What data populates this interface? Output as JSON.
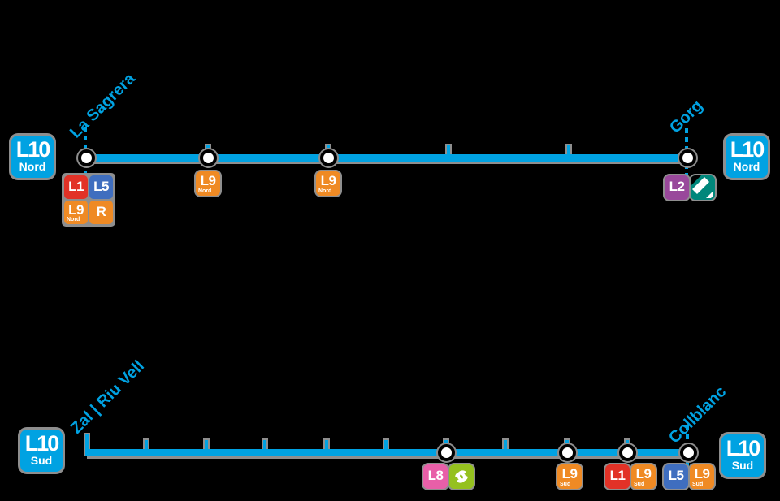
{
  "colors": {
    "background": "#000000",
    "line_l10": "#00A2E2",
    "halo": "#8E8E8E",
    "station_dot_fill": "#FFFFFF",
    "station_dot_ring": "#000000",
    "l1": "#E23227",
    "l5": "#3F6EBF",
    "l9": "#EF8A24",
    "rodalies": "#EF8A24",
    "l2": "#99489B",
    "l8": "#E85FA8",
    "fgc_green": "#95C11F",
    "tram_teal": "#00877B"
  },
  "nord": {
    "badge_left": {
      "line": "L10",
      "branch": "Nord"
    },
    "badge_right": {
      "line": "L10",
      "branch": "Nord"
    },
    "stations": [
      {
        "kind": "terminus-interchange",
        "label": "La Sagrera",
        "badges": [
          {
            "text": "L1"
          },
          {
            "text": "L5"
          },
          {
            "text": "L9",
            "sub": "Nord"
          },
          {
            "text": "R"
          }
        ]
      },
      {
        "kind": "interchange",
        "badges": [
          {
            "text": "L9",
            "sub": "Nord"
          }
        ]
      },
      {
        "kind": "interchange",
        "badges": [
          {
            "text": "L9",
            "sub": "Nord"
          }
        ]
      },
      {
        "kind": "stop"
      },
      {
        "kind": "stop"
      },
      {
        "kind": "terminus-interchange",
        "label": "Gorg",
        "badges": [
          {
            "text": "L2"
          },
          {
            "icon": "tram-icon",
            "name": "TRAM"
          }
        ]
      }
    ]
  },
  "sud": {
    "badge_left": {
      "line": "L10",
      "branch": "Sud"
    },
    "badge_right": {
      "line": "L10",
      "branch": "Sud"
    },
    "stations": [
      {
        "kind": "terminus",
        "label": "Zal | Riu Vell"
      },
      {
        "kind": "stop"
      },
      {
        "kind": "stop"
      },
      {
        "kind": "stop"
      },
      {
        "kind": "stop"
      },
      {
        "kind": "stop"
      },
      {
        "kind": "interchange",
        "badges": [
          {
            "text": "L8"
          },
          {
            "icon": "fgc-icon",
            "name": "FGC"
          }
        ]
      },
      {
        "kind": "stop"
      },
      {
        "kind": "interchange",
        "badges": [
          {
            "text": "L9",
            "sub": "Sud"
          }
        ]
      },
      {
        "kind": "interchange",
        "badges": [
          {
            "text": "L1"
          },
          {
            "text": "L9",
            "sub": "Sud"
          }
        ]
      },
      {
        "kind": "terminus-interchange",
        "label": "Collblanc",
        "badges": [
          {
            "text": "L5"
          },
          {
            "text": "L9",
            "sub": "Sud"
          }
        ]
      }
    ]
  }
}
